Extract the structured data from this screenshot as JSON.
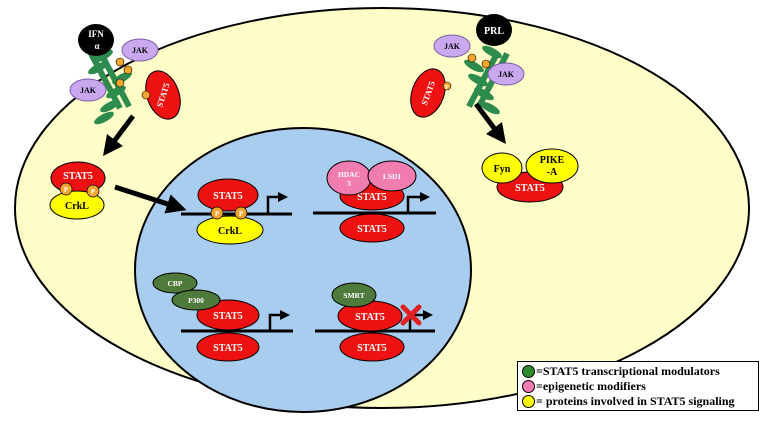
{
  "colors": {
    "cell": "#FFFDC8",
    "nucleus": "#A9CDEE",
    "stat5": "#EE1111",
    "yellow_protein": "#FFFF00",
    "epigenetic": "#F07CB0",
    "modulator": "#4E7A3B",
    "jak": "#C9A8F0",
    "receptor": "#2E8B4E",
    "phospho": "#F5A52A",
    "ligand": "#000000",
    "inhibit_x": "#E02020"
  },
  "ligands": {
    "ifn_line1": "IFN",
    "ifn_line2": "α",
    "prl": "PRL"
  },
  "jak_label": "JAK",
  "stat5_label": "STAT5",
  "phospho_label": "P",
  "crkl_label": "CrkL",
  "fyn_label": "Fyn",
  "pike_line1": "PIKE",
  "pike_line2": "-A",
  "hdac_line1": "HDAC",
  "hdac_line2": "3",
  "lsd1_label": "LSD1",
  "cbp_label": "CBP",
  "p300_label": "P300",
  "smrt_label": "SMRT",
  "legend": {
    "modulators": "=STAT5 transcriptional modulators",
    "epigenetic": "=epigenetic modifiers",
    "signaling": "= proteins involved in STAT5 signaling"
  }
}
